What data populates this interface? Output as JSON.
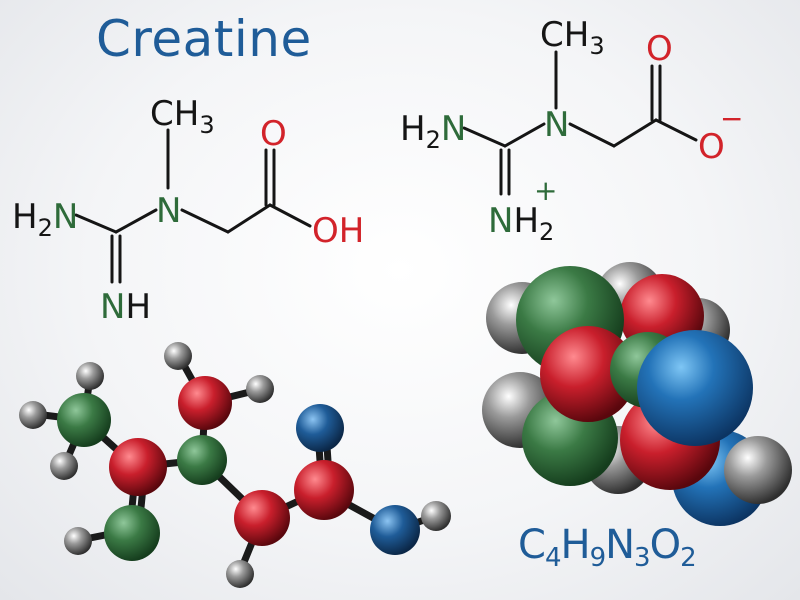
{
  "title": "Creatine",
  "formula": {
    "parts": [
      {
        "sym": "C",
        "sub": "4"
      },
      {
        "sym": "H",
        "sub": "9"
      },
      {
        "sym": "N",
        "sub": "3"
      },
      {
        "sym": "O",
        "sub": "2"
      }
    ]
  },
  "neutral_structure": {
    "methyl": "CH",
    "methyl_sub": "3",
    "amine_left_h": "H",
    "amine_left_sub": "2",
    "amine_left_n": "N",
    "central_n": "N",
    "imine_n": "N",
    "imine_h": "H",
    "carbonyl_o": "O",
    "hydroxyl": "OH"
  },
  "zwitterion_structure": {
    "methyl": "CH",
    "methyl_sub": "3",
    "amine_left_h": "H",
    "amine_left_sub": "2",
    "amine_left_n": "N",
    "central_n": "N",
    "iminium_n": "N",
    "iminium_h": "H",
    "iminium_sub": "2",
    "iminium_charge": "+",
    "carbonyl_o": "O",
    "carboxylate_o": "O",
    "carboxylate_charge": "−"
  },
  "colors": {
    "title": "#1f5c98",
    "nitrogen_label": "#2e6b3a",
    "oxygen_label": "#d2232a",
    "carbon_atom": "#3b7a45",
    "oxygen_atom": "#c91f2c",
    "nitrogen_atom": "#1f5c98",
    "hydrogen_atom": "#7a7a7a"
  }
}
